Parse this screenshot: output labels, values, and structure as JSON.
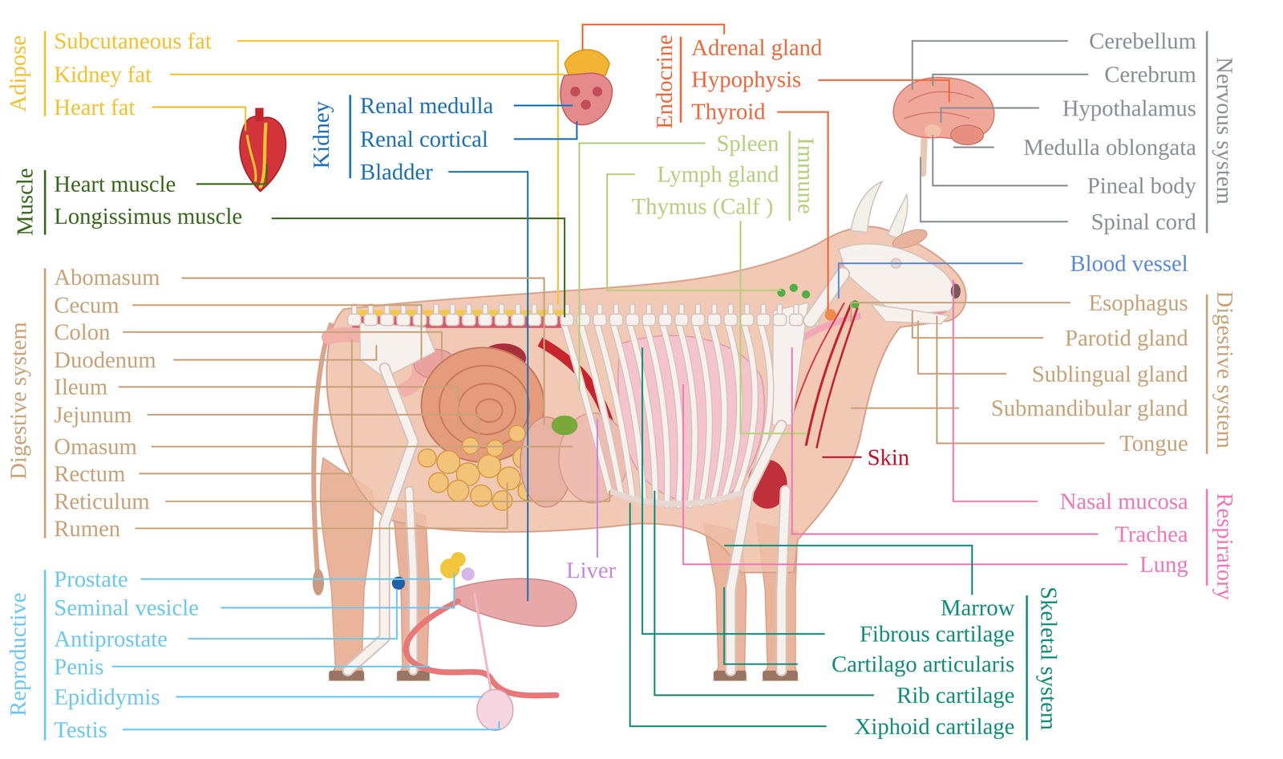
{
  "diagram": {
    "labels": [
      "Adipose",
      "Subcutaneous fat",
      "Kidney fat",
      "Heart fat",
      "Muscle",
      "Heart muscle",
      "Longissimus muscle",
      "Kidney",
      "Renal medulla",
      "Renal cortical",
      "Bladder",
      "Endocrine",
      "Adrenal gland",
      "Hypophysis",
      "Thyroid",
      "Immune",
      "Spleen",
      "Lymph gland",
      "Thymus (Calf )",
      "Nervous system",
      "Cerebellum",
      "Cerebrum",
      "Hypothalamus",
      "Medulla oblongata",
      "Pineal body",
      "Spinal cord",
      "Blood vessel",
      "Digestive system",
      "Abomasum",
      "Cecum",
      "Colon",
      "Duodenum",
      "Ileum",
      "Jejunum",
      "Omasum",
      "Rectum",
      "Reticulum",
      "Rumen",
      "Digestive system",
      "Esophagus",
      "Parotid gland",
      "Sublingual gland",
      "Submandibular gland",
      "Tongue",
      "Skin",
      "Liver",
      "Respiratory",
      "Nasal mucosa",
      "Trachea",
      "Lung",
      "Reproductive",
      "Prostate",
      "Seminal vesicle",
      "Antiprostate",
      "Penis",
      "Epididymis",
      "Testis",
      "Skeletal system",
      "Marrow",
      "Fibrous cartilage",
      "Cartilago articularis",
      "Rib cartilage",
      "Xiphoid cartilage"
    ]
  }
}
